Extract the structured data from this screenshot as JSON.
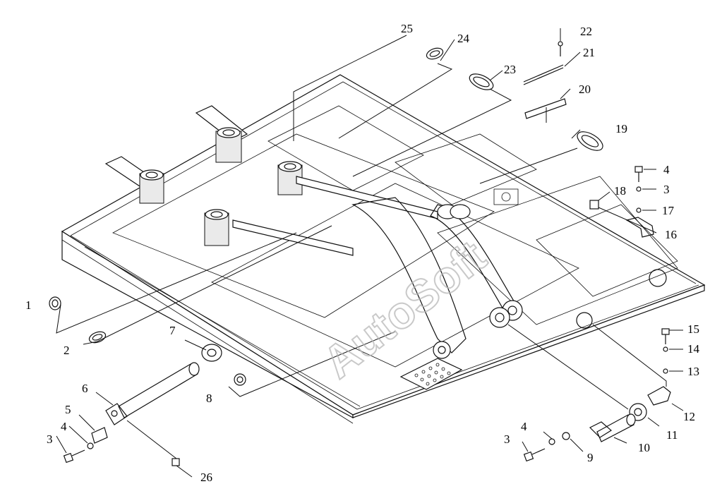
{
  "watermark": "AutoSoft",
  "callouts": [
    "1",
    "2",
    "3",
    "4",
    "5",
    "6",
    "7",
    "8",
    "9",
    "10",
    "11",
    "12",
    "13",
    "14",
    "15",
    "16",
    "17",
    "18",
    "19",
    "20",
    "21",
    "22",
    "23",
    "24",
    "25",
    "26",
    "3",
    "4",
    "4",
    "3"
  ],
  "colors": {
    "line": "#111111",
    "background": "#ffffff",
    "watermark": "#b8b8b8"
  }
}
